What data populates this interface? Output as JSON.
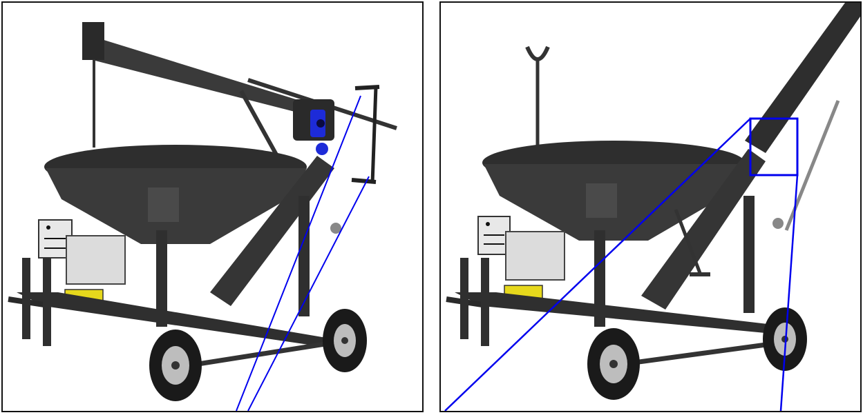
{
  "colors": {
    "frame": "#111111",
    "machine": "#3a3a3a",
    "machine_dark": "#262626",
    "machine_light": "#5a5a5a",
    "callout": "#0000ee",
    "motor": "#1d2bd8",
    "battery": "#e6d81c",
    "tank": "#dcdcdc",
    "tire": "#1a1a1a",
    "rim": "#bdbdbd",
    "background": "#ffffff"
  },
  "panels": [
    {
      "id": "left",
      "view": "auger-stowed",
      "callout_target": "crank-handle"
    },
    {
      "id": "right",
      "view": "auger-raised",
      "callout_target": "auger-tube-section"
    }
  ],
  "icons": [
    "crank-handle-icon",
    "control-box-icon",
    "wheel-icon"
  ]
}
